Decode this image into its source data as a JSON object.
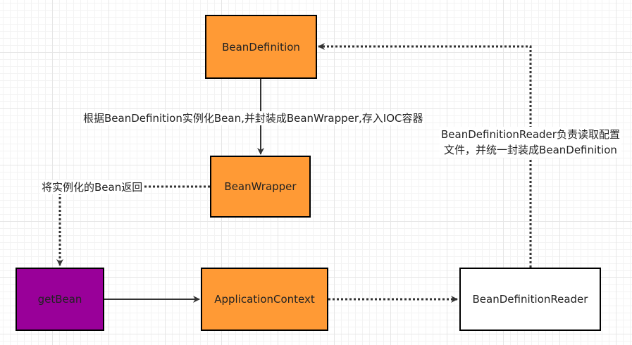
{
  "nodes": {
    "bean_definition": "BeanDefinition",
    "bean_wrapper": "BeanWrapper",
    "get_bean": "getBean",
    "application_context": "ApplicationContext",
    "bean_definition_reader": "BeanDefinitionReader"
  },
  "labels": {
    "instantiate": "根据BeanDefinition实例化Bean,并封装成BeanWrapper,存入IOC容器",
    "return_bean": "将实例化的Bean返回",
    "reader_desc": "BeanDefinitionReader负责读取配置\n文件，并统一封装成BeanDefinition"
  },
  "colors": {
    "orange": "#ff9a35",
    "purple": "#990099",
    "white": "#ffffff",
    "edge": "#333333"
  }
}
